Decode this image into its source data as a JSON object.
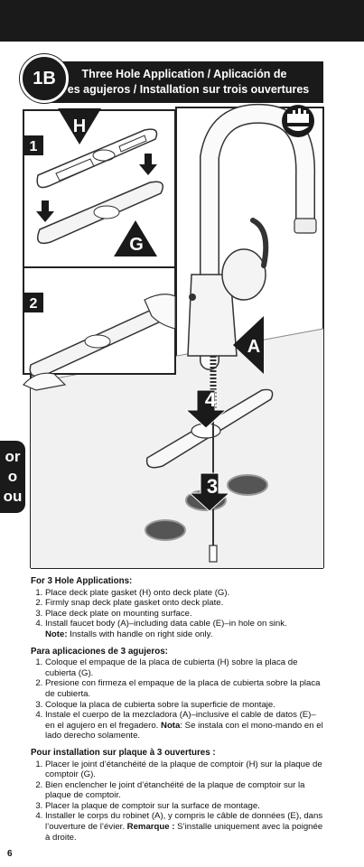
{
  "header": {
    "step_badge": "1B",
    "title_line1": "Three Hole Application / Aplicación de",
    "title_line2": "tres agujeros / Installation sur trois ouvertures"
  },
  "side_tab": {
    "line1": "or",
    "line2": "o",
    "line3": "ou"
  },
  "illustration": {
    "panel1_number": "1",
    "panel2_number": "2",
    "label_H": "H",
    "label_G": "G",
    "label_A": "A",
    "callout_4": "4",
    "callout_3": "3"
  },
  "english": {
    "heading": "For 3 Hole Applications:",
    "items": [
      "Place deck plate gasket (H) onto deck plate (G).",
      "Firmly snap deck plate gasket onto deck plate.",
      "Place deck plate on mounting surface.",
      "Install faucet body (A)–including data cable (E)–in hole on sink."
    ],
    "note_label": "Note:",
    "note_text": " Installs with handle on right side only."
  },
  "spanish": {
    "heading": "Para aplicaciones de 3 agujeros:",
    "items": [
      "Coloque el empaque de la placa de cubierta (H) sobre la placa de cubierta (G).",
      "Presione con firmeza el empaque de la placa de cubierta sobre la placa de cubierta.",
      "Coloque la placa de cubierta sobre la superficie de montaje."
    ],
    "item4": "Instale el cuerpo de la mezcladora (A)–inclusive el cable de datos (E)– en el agujero en el fregadero.",
    "note_label": "Nota",
    "note_text": ": Se instala con el mono-mando en el lado derecho solamente."
  },
  "french": {
    "heading": "Pour installation sur plaque à 3 ouvertures :",
    "items": [
      "Placer le joint d’étanchéité de la plaque de comptoir (H) sur la plaque de comptoir (G).",
      "Bien enclencher le joint d’étanchéité de la plaque de comptoir sur la plaque de comptoir.",
      "Placer la plaque de comptoir sur la surface de montage."
    ],
    "item4": "Installer le corps du robinet (A), y compris le câble de données (E), dans l’ouverture de l’évier.",
    "note_label": "Remarque :",
    "note_text": " S’installe uniquement avec la poignée à droite."
  },
  "page_number": "6"
}
